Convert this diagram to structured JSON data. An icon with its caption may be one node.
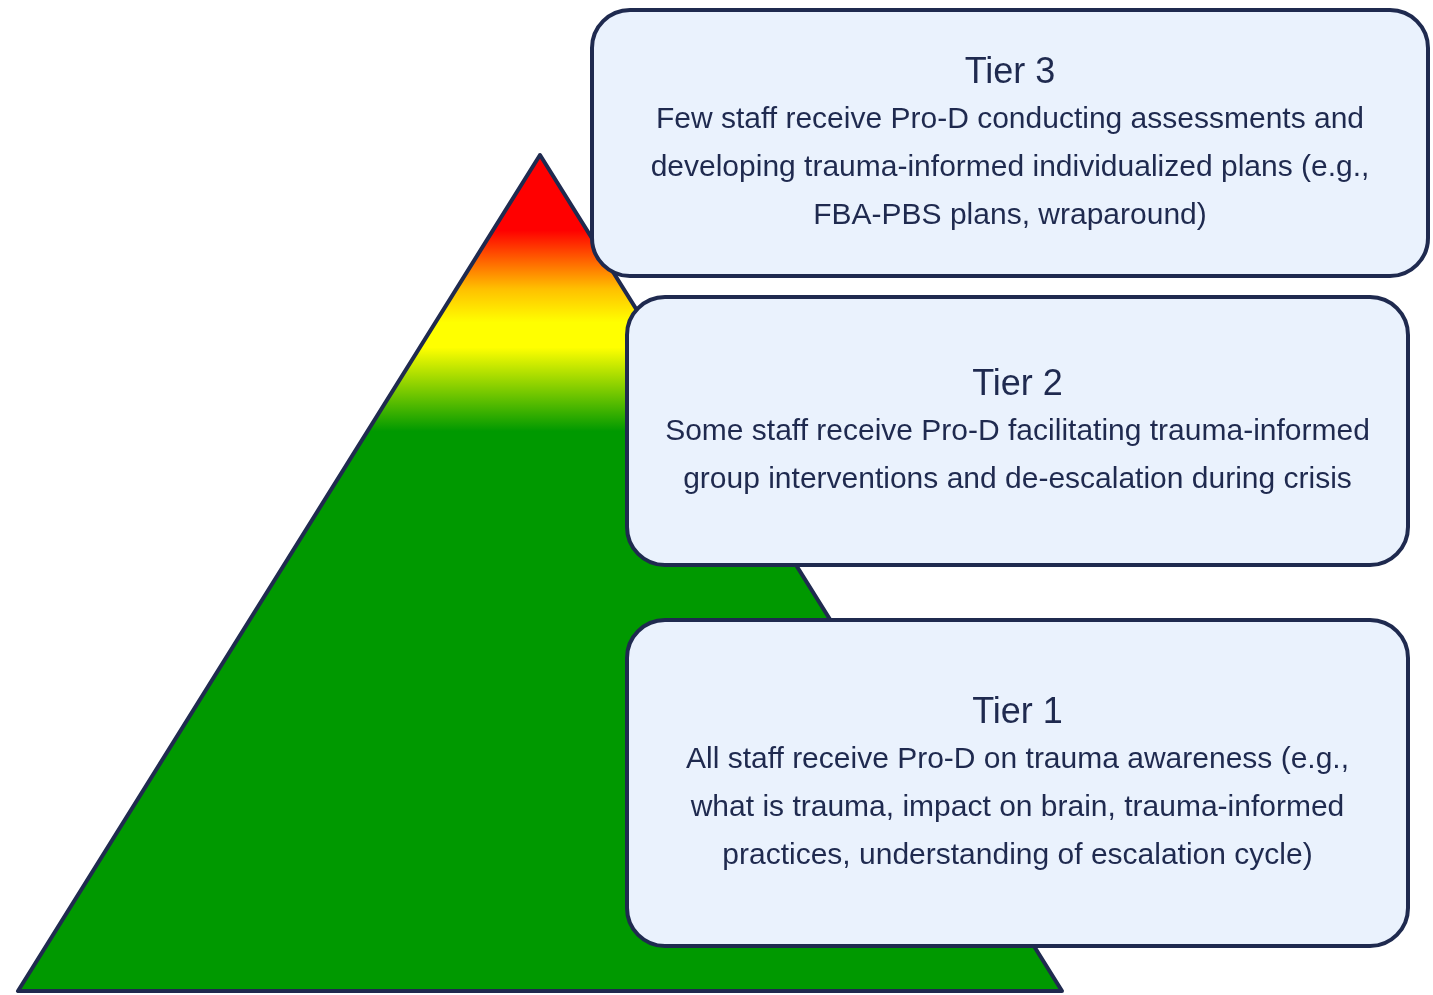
{
  "diagram": {
    "nodes": [
      {
        "text": [
          "Tier 3",
          "Few staff receive Pro-D conducting assessments and developing trauma-informed individualized plans (e.g., FBA-PBS plans, wraparound)"
        ]
      },
      {
        "text": [
          "Tier 2",
          "Some staff receive Pro-D facilitating trauma-informed group interventions and de-escalation during crisis"
        ]
      },
      {
        "text": [
          "Tier 1",
          "All staff receive Pro-D on trauma awareness (e.g., what is trauma, impact on brain, trauma-informed practices, understanding of escalation cycle)"
        ]
      }
    ]
  }
}
